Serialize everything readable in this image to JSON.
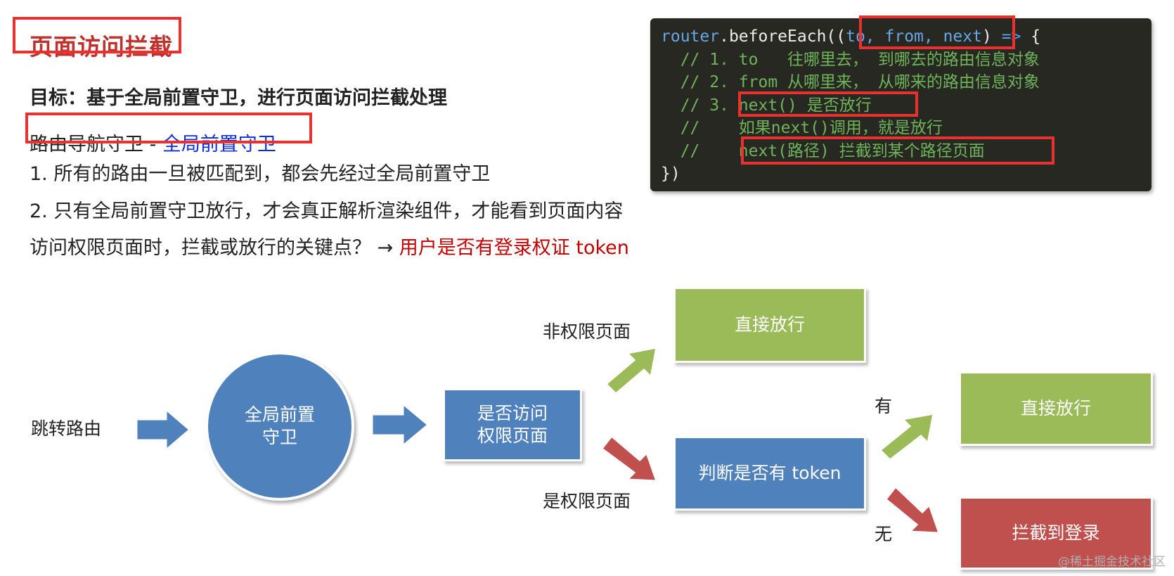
{
  "title": "页面访问拦截",
  "goal": "目标：基于全局前置守卫，进行页面访问拦截处理",
  "nav": {
    "prefix": "路由导航守卫 - ",
    "link": "全局前置守卫"
  },
  "points": [
    "1.   所有的路由一旦被匹配到，都会先经过全局前置守卫",
    "2.   只有全局前置守卫放行，才会真正解析渲染组件，才能看到页面内容"
  ],
  "question": {
    "text": "访问权限页面时，拦截或放行的关键点？ → ",
    "answer": "用户是否有登录权证 token"
  },
  "code": {
    "line1_a": "router",
    "line1_b": ".beforeEach((",
    "line1_c": "to, from, next",
    "line1_d": ") ",
    "line1_e": "=>",
    "line1_f": " {",
    "comments": [
      "  // 1. to   往哪里去， 到哪去的路由信息对象",
      "  // 2. from 从哪里来， 从哪来的路由信息对象",
      "  // 3. next() 是否放行",
      "  //    如果next()调用，就是放行",
      "  //    next(路径) 拦截到某个路径页面"
    ],
    "close": "})"
  },
  "diagram": {
    "start_label": "跳转路由",
    "guard_circle": "全局前置\n守卫",
    "check_box": "是否访问\n权限页面",
    "non_auth_label": "非权限页面",
    "auth_label": "是权限页面",
    "pass_direct_1": "直接放行",
    "token_check": "判断是否有 token",
    "yes_label": "有",
    "no_label": "无",
    "pass_direct_2": "直接放行",
    "block_login": "拦截到登录"
  },
  "colors": {
    "green": "#9bbb59",
    "blue": "#4f81bd",
    "red": "#c0504d",
    "highlight": "#e8322f"
  },
  "watermark": "@稀土掘金技术社区"
}
